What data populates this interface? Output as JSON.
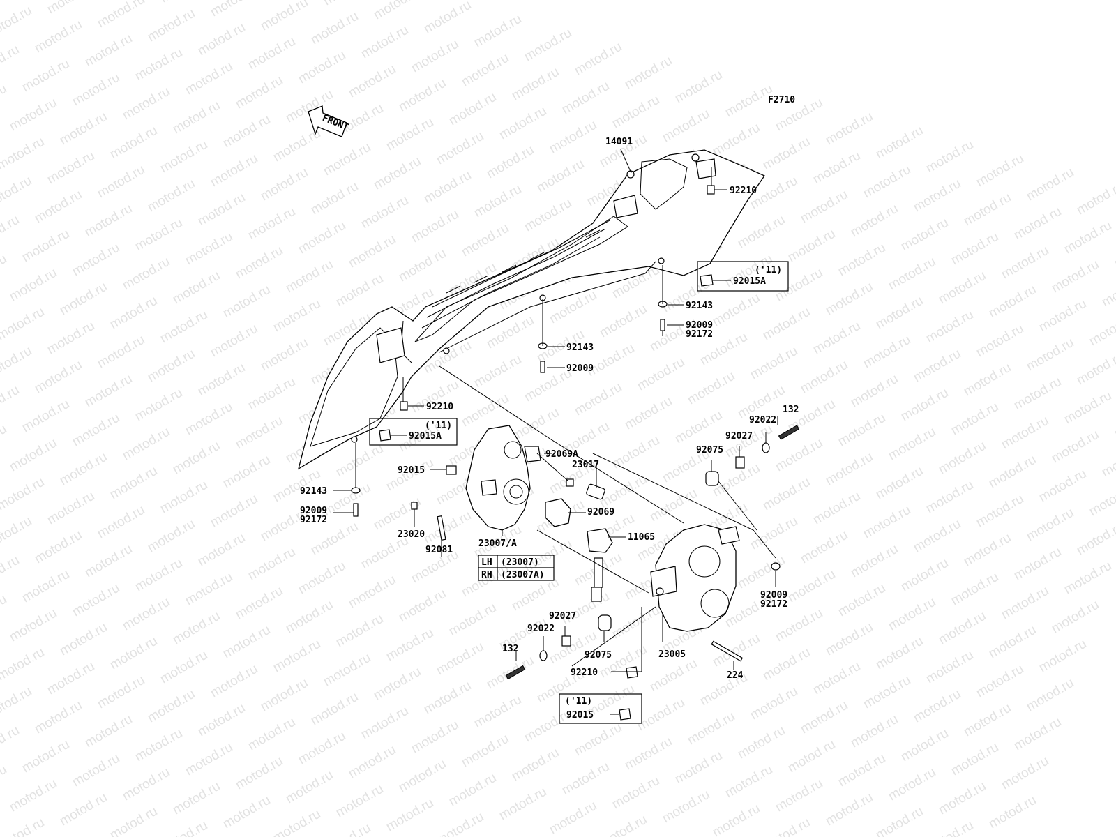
{
  "figure_code": "F2710",
  "front_label": "FRONT",
  "watermark": "motod.ru",
  "note_11": "('11)",
  "lh_rh_table": [
    {
      "side": "LH",
      "part": "(23007)"
    },
    {
      "side": "RH",
      "part": "(23007A)"
    }
  ],
  "labels": {
    "p14091": "14091",
    "p92210_r": "92210",
    "p92015A_r": "92015A",
    "p92143_r": "92143",
    "p92009_r1": "92009",
    "p92172_r1": "92172",
    "p92143_c": "92143",
    "p92009_c": "92009",
    "p92210_l": "92210",
    "p92015A_l": "92015A",
    "p92143_l": "92143",
    "p92009_l": "92009",
    "p92172_l": "92172",
    "p92069A": "92069A",
    "p23017": "23017",
    "p92015_c": "92015",
    "p92069": "92069",
    "p11065": "11065",
    "p23020": "23020",
    "p92081": "92081",
    "p23007A": "23007/A",
    "p132_r": "132",
    "p92022_r": "92022",
    "p92027_r": "92027",
    "p92075_r": "92075",
    "p92009_r2": "92009",
    "p92172_r2": "92172",
    "p92027_b": "92027",
    "p92022_b": "92022",
    "p92075_b": "92075",
    "p23005": "23005",
    "p132_b": "132",
    "p92210_b": "92210",
    "p224": "224",
    "p92015_b": "92015"
  }
}
